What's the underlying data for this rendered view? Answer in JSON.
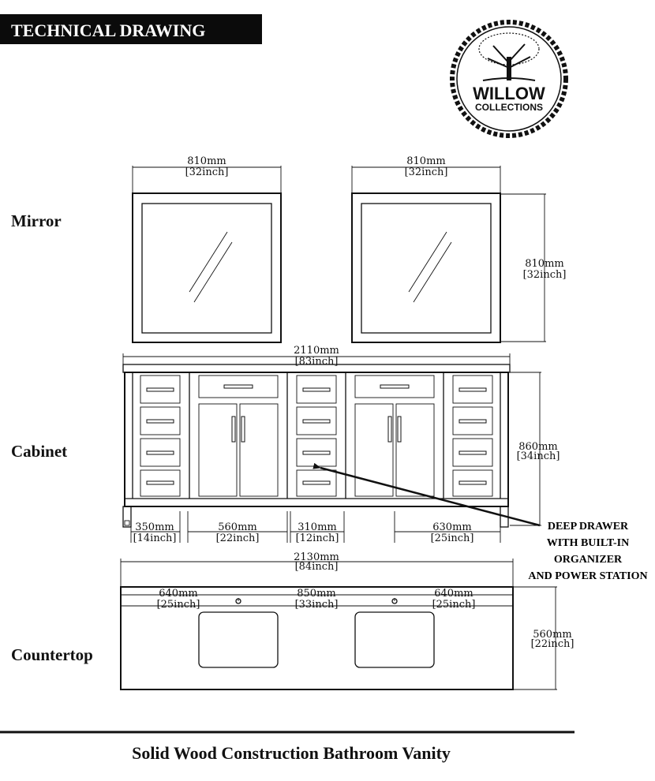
{
  "header": {
    "badge_text": "TECHNICAL DRAWING"
  },
  "logo": {
    "line1": "WILLOW",
    "line2": "COLLECTIONS",
    "icon": "tree-icon"
  },
  "sections": {
    "mirror": "Mirror",
    "cabinet": "Cabinet",
    "countertop": "Countertop"
  },
  "dimensions": {
    "mirror_left_width": {
      "mm": "810mm",
      "inch": "[32inch]"
    },
    "mirror_right_width": {
      "mm": "810mm",
      "inch": "[32inch]"
    },
    "mirror_height": {
      "mm": "810mm",
      "inch": "[32inch]"
    },
    "cabinet_width": {
      "mm": "2110mm",
      "inch": "[83inch]"
    },
    "cabinet_height": {
      "mm": "860mm",
      "inch": "[34inch]"
    },
    "bottom_left": {
      "mm": "350mm",
      "inch": "[14inch]"
    },
    "bottom_mid": {
      "mm": "560mm",
      "inch": "[22inch]"
    },
    "bottom_center": {
      "mm": "310mm",
      "inch": "[12inch]"
    },
    "bottom_right": {
      "mm": "630mm",
      "inch": "[25inch]"
    },
    "counter_width": {
      "mm": "2130mm",
      "inch": "[84inch]"
    },
    "counter_left": {
      "mm": "640mm",
      "inch": "[25inch]"
    },
    "counter_center": {
      "mm": "850mm",
      "inch": "[33inch]"
    },
    "counter_right": {
      "mm": "640mm",
      "inch": "[25inch]"
    },
    "counter_depth": {
      "mm": "560mm",
      "inch": "[22inch]"
    }
  },
  "callout": {
    "line1": "DEEP DRAWER",
    "line2": "WITH BUILT-IN",
    "line3": "ORGANIZER",
    "line4": "AND POWER STATION"
  },
  "footer": {
    "title": "Solid Wood Construction Bathroom Vanity"
  }
}
